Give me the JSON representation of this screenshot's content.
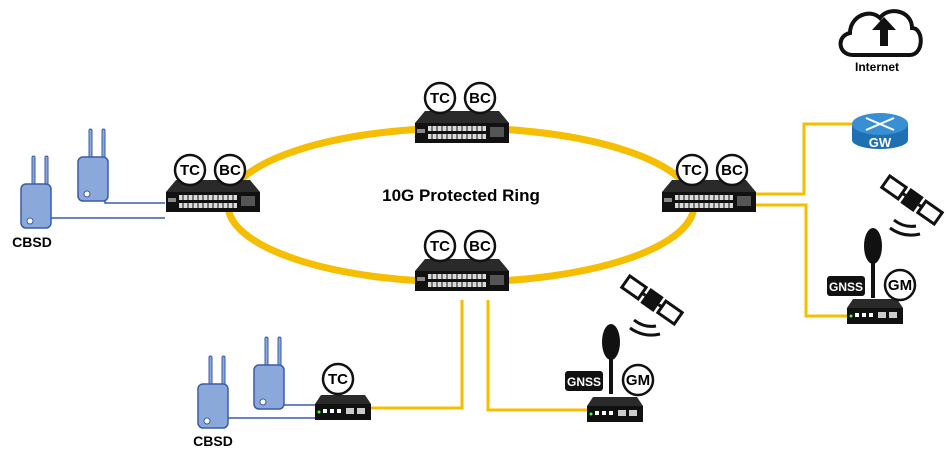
{
  "ring": {
    "label": "10G Protected Ring"
  },
  "badges": {
    "tc": "TC",
    "bc": "BC",
    "gm": "GM"
  },
  "labels": {
    "cbsd_left": "CBSD",
    "cbsd_bottom": "CBSD",
    "internet": "Internet",
    "gw": "GW",
    "gnss_right": "GNSS",
    "gnss_bottom": "GNSS"
  },
  "colors": {
    "ring": "#F5BE00",
    "cbsd_link": "#3B5BA9",
    "switch": "#1A1A1A",
    "router": "#3A8FD4",
    "cbsd_body": "#8AA9DA"
  }
}
